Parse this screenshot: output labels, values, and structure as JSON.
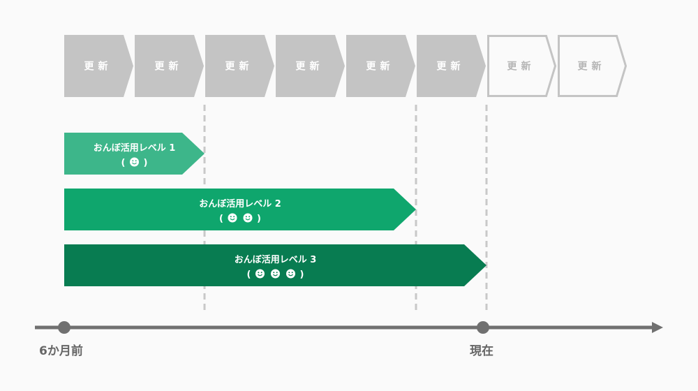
{
  "updates": [
    {
      "label": "更新",
      "state": "done"
    },
    {
      "label": "更新",
      "state": "done"
    },
    {
      "label": "更新",
      "state": "done"
    },
    {
      "label": "更新",
      "state": "done"
    },
    {
      "label": "更新",
      "state": "done"
    },
    {
      "label": "更新",
      "state": "done"
    },
    {
      "label": "更新",
      "state": "future"
    },
    {
      "label": "更新",
      "state": "future"
    }
  ],
  "levels": [
    {
      "title": "おんぼ活用レベル 1",
      "smileys": 1,
      "spans_updates": 2,
      "color": "#3db68a"
    },
    {
      "title": "おんぼ活用レベル 2",
      "smileys": 2,
      "spans_updates": 5,
      "color": "#0fa66d"
    },
    {
      "title": "おんぼ活用レベル 3",
      "smileys": 3,
      "spans_updates": 6,
      "color": "#087c51"
    }
  ],
  "paren_open": "(",
  "paren_close": ")",
  "timeline": {
    "start_label": "6か月前",
    "end_label": "現在"
  },
  "colors": {
    "done_fill": "#c4c4c4",
    "future_stroke": "#c4c4c4",
    "done_text": "#ffffff",
    "future_text": "#b5b5b5",
    "axis": "#707070",
    "dash": "#c8c8c8"
  }
}
